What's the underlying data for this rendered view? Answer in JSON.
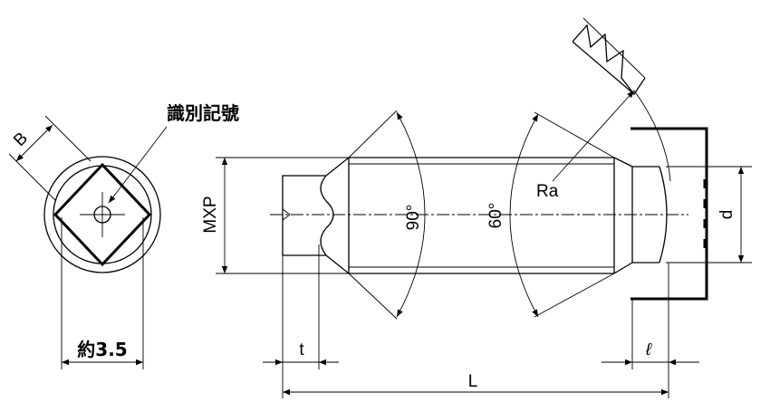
{
  "labels": {
    "b": "B",
    "marking": "識別記號",
    "approx_width": "約3.5",
    "mxp": "MXP",
    "t": "t",
    "l_total": "L",
    "l_small": "ℓ",
    "angle_90": "90°",
    "angle_60": "60°",
    "ra": "Ra",
    "d": "d"
  }
}
